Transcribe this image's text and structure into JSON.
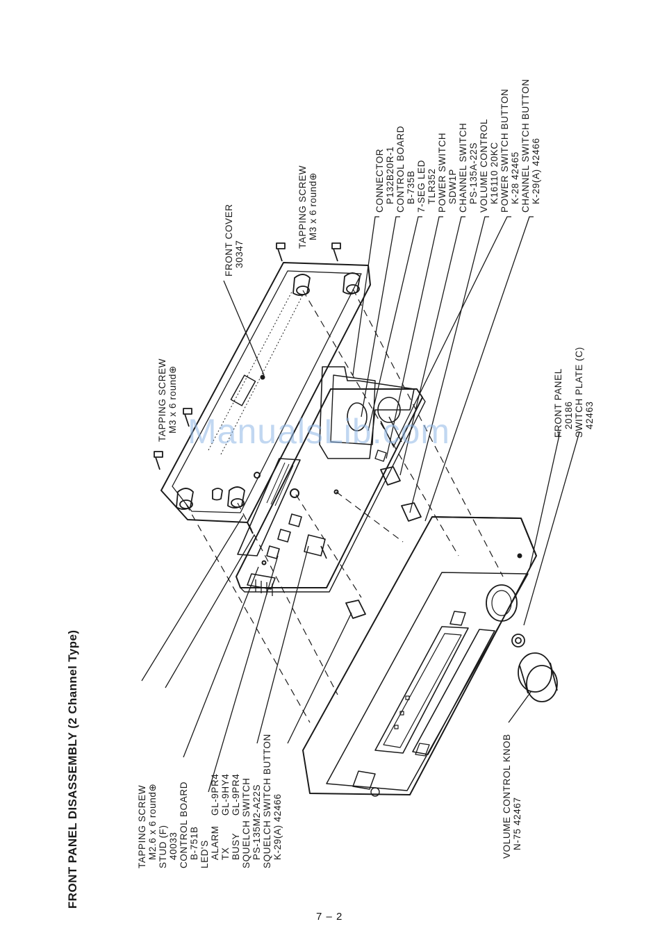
{
  "title": "FRONT PANEL DISASSEMBLY (2 Channel Type)",
  "page_number": "7 – 2",
  "watermark": "ManualsLib.com",
  "left_labels": {
    "tapping_screw": {
      "name": "TAPPING SCREW",
      "spec": "M2.6 x 6 round⊕"
    },
    "stud": {
      "name": "STUD (F)",
      "part": "40033"
    },
    "control_board": {
      "name": "CONTROL BOARD",
      "part": "B-751B"
    },
    "leds": {
      "name": "LED'S",
      "rows": [
        {
          "label": "ALARM",
          "part": "GL-9PR4"
        },
        {
          "label": "TX",
          "part": "GL-9HY4"
        },
        {
          "label": "BUSY",
          "part": "GL-9PR4"
        }
      ]
    },
    "squelch_switch": {
      "name": "SQUELCH SWITCH",
      "part": "PS-135M2-A22S"
    },
    "squelch_button": {
      "name": "SQUELCH SWITCH BUTTON",
      "part": "K-29(A)  42466"
    }
  },
  "upper_labels": {
    "tapping_screw_mid": {
      "name": "TAPPING SCREW",
      "spec": "M3 x 6 round⊕"
    },
    "front_cover": {
      "name": "FRONT COVER",
      "part": "30347"
    },
    "tapping_screw_top": {
      "name": "TAPPING SCREW",
      "spec": "M3 x 6 round⊕"
    }
  },
  "right_labels": {
    "connector": {
      "name": "CONNECTOR",
      "part": "P132B20R-1"
    },
    "control_board": {
      "name": "CONTROL BOARD",
      "part": "B-735B"
    },
    "seg_led": {
      "name": "7-SEG LED",
      "part": "TLR352"
    },
    "power_switch": {
      "name": "POWER SWITCH",
      "part": "SDW1P"
    },
    "channel_switch": {
      "name": "CHANNEL SWITCH",
      "part": "PS-135A-22S"
    },
    "volume_control": {
      "name": "VOLUME CONTROL",
      "part": "K16110  20KC"
    },
    "power_switch_button": {
      "name": "POWER SWITCH BUTTON",
      "part": "K-28  42465"
    },
    "channel_switch_button": {
      "name": "CHANNEL SWITCH BUTTON",
      "part": "K-29(A)  42466"
    }
  },
  "lower_labels": {
    "front_panel": {
      "name": "FRONT PANEL",
      "part": "20186"
    },
    "switch_plate": {
      "name": "SWITCH PLATE (C)",
      "part": "42463"
    },
    "volume_knob": {
      "name": "VOLUME CONTROL KNOB",
      "part": "N-75  42467"
    }
  }
}
